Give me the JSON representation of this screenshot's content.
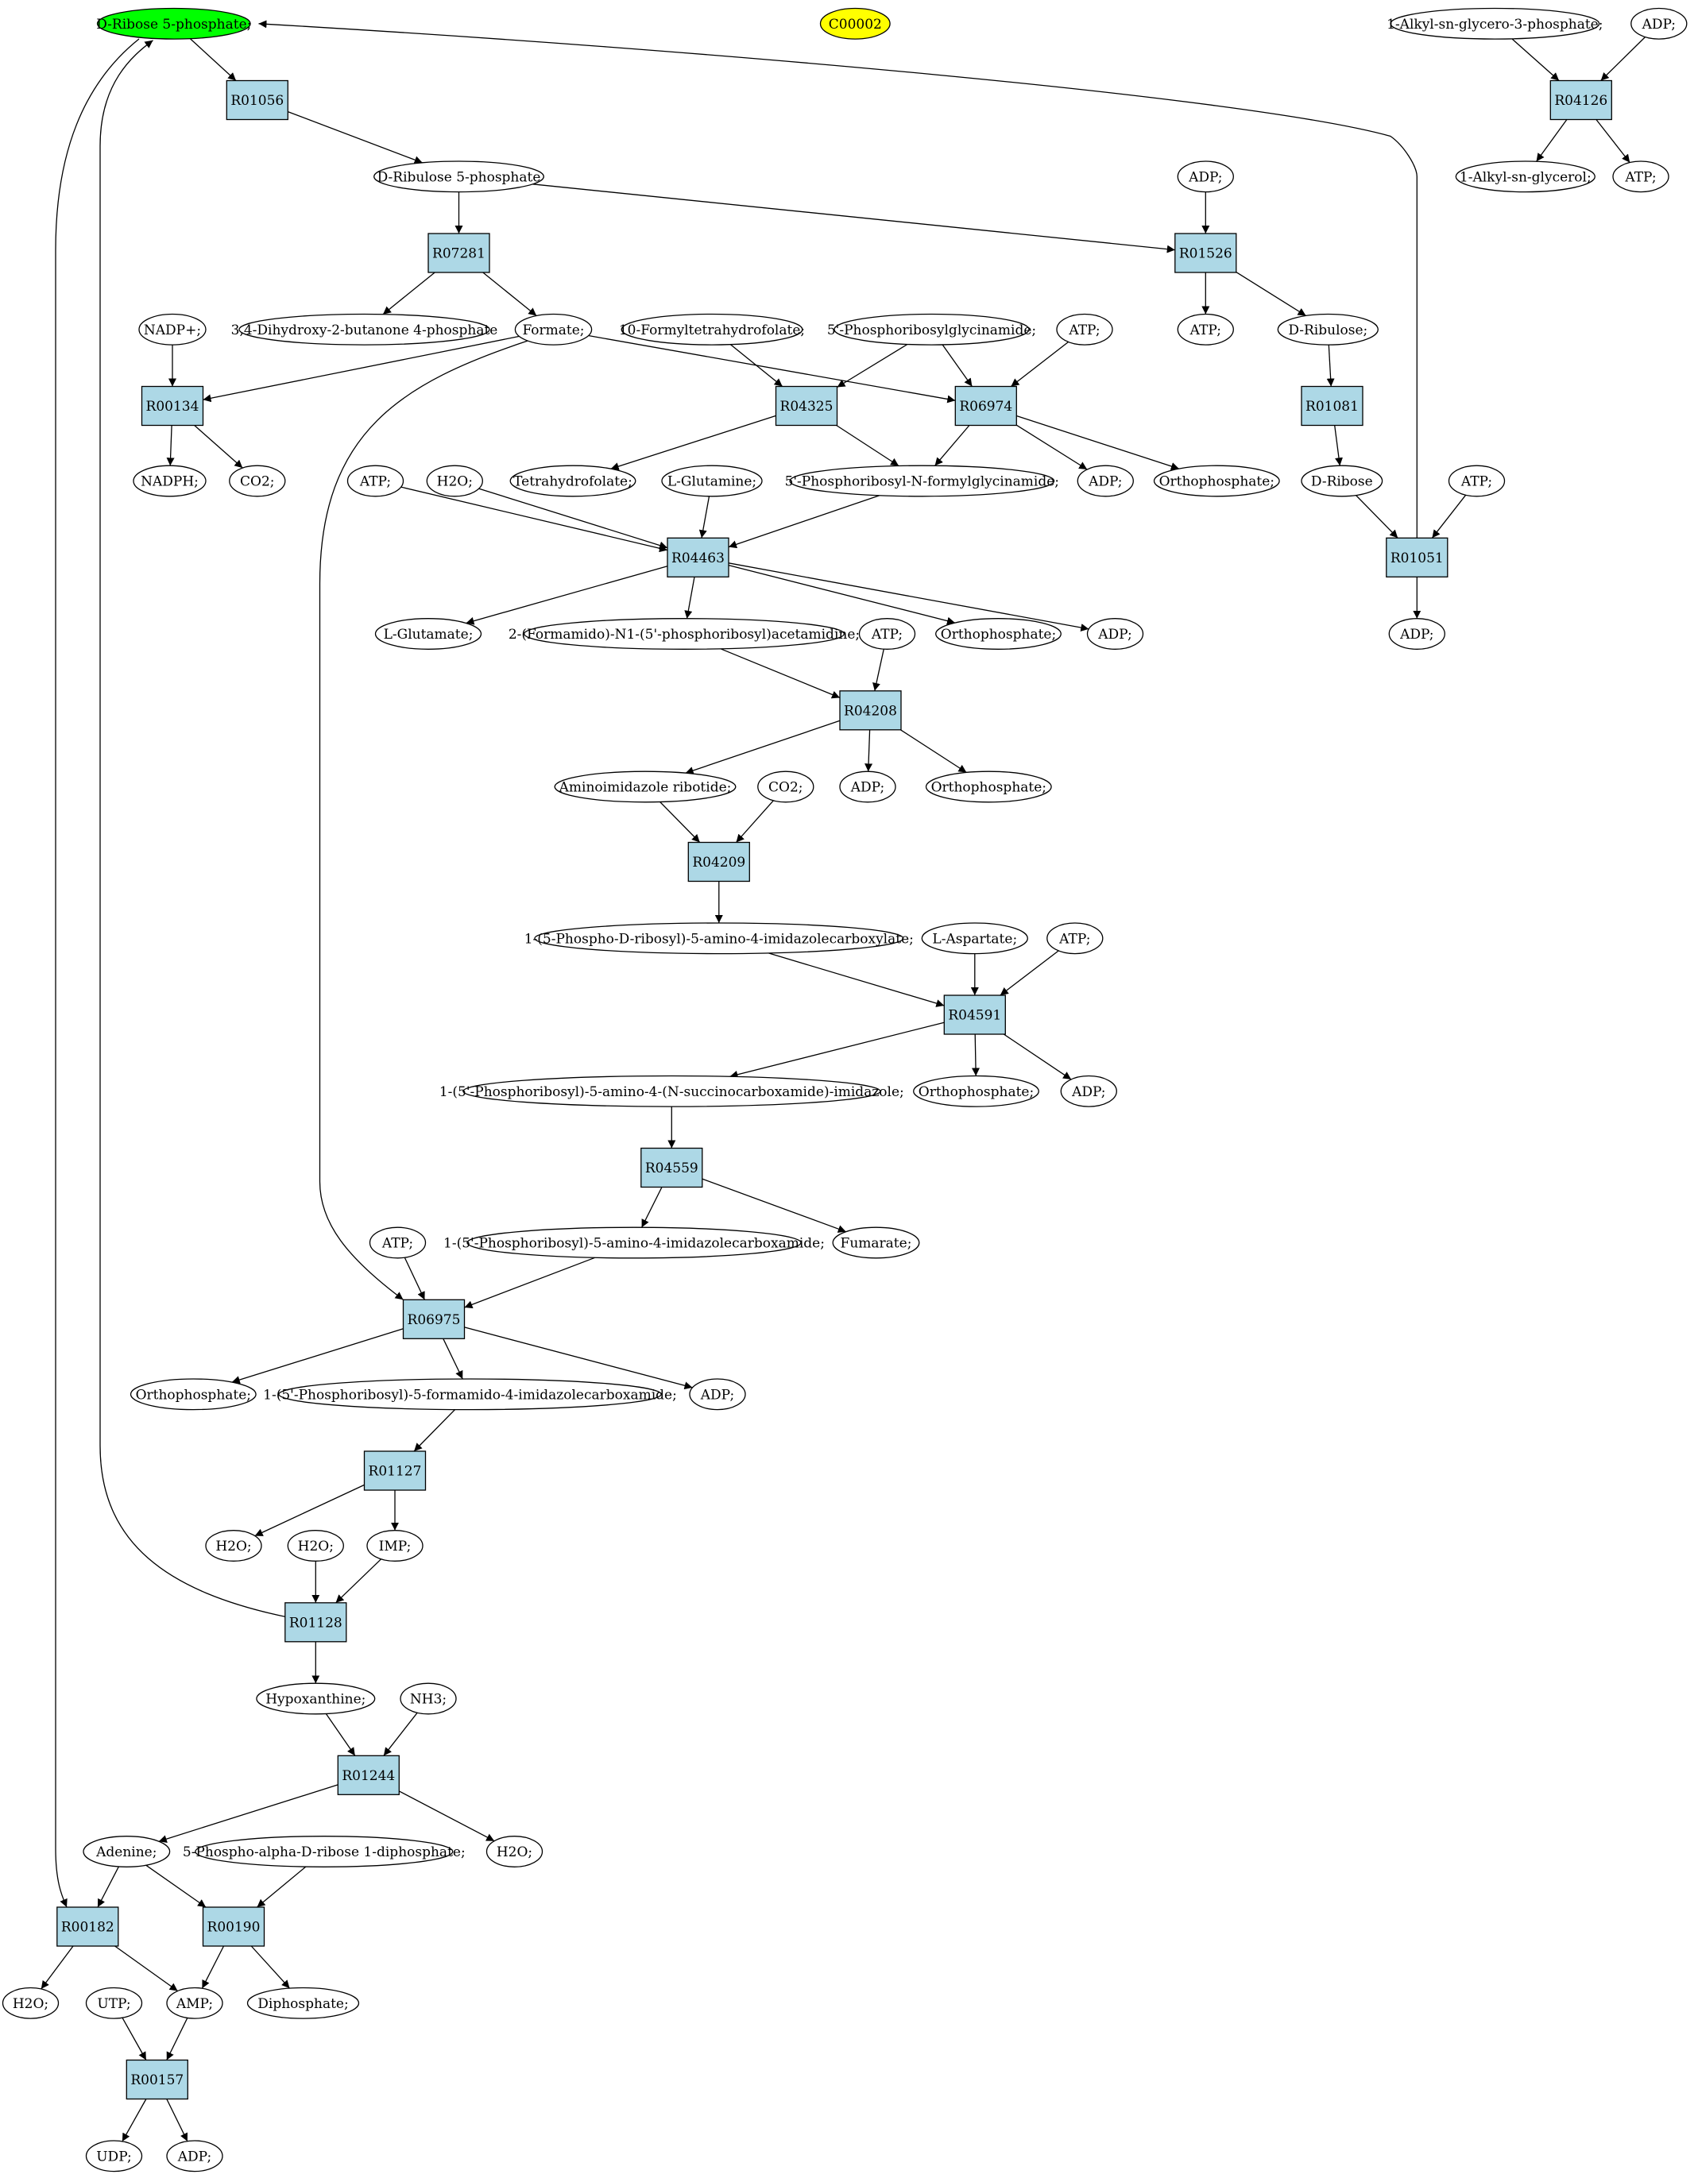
{
  "diagram": {
    "colors": {
      "compound": "#ffffff",
      "reaction": "#add8e6",
      "highlight_start": "#00ff00",
      "highlight_target": "#ffff00"
    },
    "nodes": [
      {
        "id": "c_r5p",
        "kind": "compound",
        "label": "D-Ribose 5-phosphate;",
        "style": "green"
      },
      {
        "id": "c_c00002",
        "kind": "compound",
        "label": "C00002",
        "style": "yellow"
      },
      {
        "id": "c_alkylg3p",
        "kind": "compound",
        "label": "1-Alkyl-sn-glycero-3-phosphate;"
      },
      {
        "id": "c_adp_r04126",
        "kind": "compound",
        "label": "ADP;"
      },
      {
        "id": "r_R04126",
        "kind": "reaction",
        "label": "R04126"
      },
      {
        "id": "c_alkylglycerol",
        "kind": "compound",
        "label": "1-Alkyl-sn-glycerol;"
      },
      {
        "id": "c_atp_r04126",
        "kind": "compound",
        "label": "ATP;"
      },
      {
        "id": "r_R01056",
        "kind": "reaction",
        "label": "R01056"
      },
      {
        "id": "c_ru5p",
        "kind": "compound",
        "label": "D-Ribulose 5-phosphate"
      },
      {
        "id": "c_adp_r01526",
        "kind": "compound",
        "label": "ADP;"
      },
      {
        "id": "r_R07281",
        "kind": "reaction",
        "label": "R07281"
      },
      {
        "id": "r_R01526",
        "kind": "reaction",
        "label": "R01526"
      },
      {
        "id": "c_nadp",
        "kind": "compound",
        "label": "NADP+;"
      },
      {
        "id": "c_dhbp",
        "kind": "compound",
        "label": "3,4-Dihydroxy-2-butanone 4-phosphate"
      },
      {
        "id": "c_formate",
        "kind": "compound",
        "label": "Formate;"
      },
      {
        "id": "c_10fthf",
        "kind": "compound",
        "label": "10-Formyltetrahydrofolate;"
      },
      {
        "id": "c_gar",
        "kind": "compound",
        "label": "5'-Phosphoribosylglycinamide;"
      },
      {
        "id": "c_atp_r06974",
        "kind": "compound",
        "label": "ATP;"
      },
      {
        "id": "c_atp_r01526",
        "kind": "compound",
        "label": "ATP;"
      },
      {
        "id": "c_ribulose",
        "kind": "compound",
        "label": "D-Ribulose;"
      },
      {
        "id": "r_R00134",
        "kind": "reaction",
        "label": "R00134"
      },
      {
        "id": "r_R04325",
        "kind": "reaction",
        "label": "R04325"
      },
      {
        "id": "r_R06974",
        "kind": "reaction",
        "label": "R06974"
      },
      {
        "id": "r_R01081",
        "kind": "reaction",
        "label": "R01081"
      },
      {
        "id": "c_nadph",
        "kind": "compound",
        "label": "NADPH;"
      },
      {
        "id": "c_co2_r00134",
        "kind": "compound",
        "label": "CO2;"
      },
      {
        "id": "c_atp_r04463",
        "kind": "compound",
        "label": "ATP;"
      },
      {
        "id": "c_h2o_r04463",
        "kind": "compound",
        "label": "H2O;"
      },
      {
        "id": "c_thf",
        "kind": "compound",
        "label": "Tetrahydrofolate;"
      },
      {
        "id": "c_gln",
        "kind": "compound",
        "label": "L-Glutamine;"
      },
      {
        "id": "c_fgar",
        "kind": "compound",
        "label": "5'-Phosphoribosyl-N-formylglycinamide;"
      },
      {
        "id": "c_adp_r06974",
        "kind": "compound",
        "label": "ADP;"
      },
      {
        "id": "c_pi_r06974",
        "kind": "compound",
        "label": "Orthophosphate;"
      },
      {
        "id": "c_dribose",
        "kind": "compound",
        "label": "D-Ribose"
      },
      {
        "id": "c_atp_r01051",
        "kind": "compound",
        "label": "ATP;"
      },
      {
        "id": "r_R04463",
        "kind": "reaction",
        "label": "R04463"
      },
      {
        "id": "r_R01051",
        "kind": "reaction",
        "label": "R01051"
      },
      {
        "id": "c_glu",
        "kind": "compound",
        "label": "L-Glutamate;"
      },
      {
        "id": "c_fgam",
        "kind": "compound",
        "label": "2-(Formamido)-N1-(5'-phosphoribosyl)acetamidine;"
      },
      {
        "id": "c_pi_r04463",
        "kind": "compound",
        "label": "Orthophosphate;"
      },
      {
        "id": "c_adp_r04463",
        "kind": "compound",
        "label": "ADP;"
      },
      {
        "id": "c_adp_r01051",
        "kind": "compound",
        "label": "ADP;"
      },
      {
        "id": "c_atp_r04208",
        "kind": "compound",
        "label": "ATP;"
      },
      {
        "id": "r_R04208",
        "kind": "reaction",
        "label": "R04208"
      },
      {
        "id": "c_air",
        "kind": "compound",
        "label": "Aminoimidazole ribotide;"
      },
      {
        "id": "c_co2_r04209",
        "kind": "compound",
        "label": "CO2;"
      },
      {
        "id": "c_adp_r04208",
        "kind": "compound",
        "label": "ADP;"
      },
      {
        "id": "c_pi_r04208",
        "kind": "compound",
        "label": "Orthophosphate;"
      },
      {
        "id": "r_R04209",
        "kind": "reaction",
        "label": "R04209"
      },
      {
        "id": "c_cair",
        "kind": "compound",
        "label": "1-(5-Phospho-D-ribosyl)-5-amino-4-imidazolecarboxylate;"
      },
      {
        "id": "c_asp",
        "kind": "compound",
        "label": "L-Aspartate;"
      },
      {
        "id": "c_atp_r04591",
        "kind": "compound",
        "label": "ATP;"
      },
      {
        "id": "r_R04591",
        "kind": "reaction",
        "label": "R04591"
      },
      {
        "id": "c_saicar",
        "kind": "compound",
        "label": "1-(5'-Phosphoribosyl)-5-amino-4-(N-succinocarboxamide)-imidazole;"
      },
      {
        "id": "c_pi_r04591",
        "kind": "compound",
        "label": "Orthophosphate;"
      },
      {
        "id": "c_adp_r04591",
        "kind": "compound",
        "label": "ADP;"
      },
      {
        "id": "r_R04559",
        "kind": "reaction",
        "label": "R04559"
      },
      {
        "id": "c_atp_r06975",
        "kind": "compound",
        "label": "ATP;"
      },
      {
        "id": "c_aicar",
        "kind": "compound",
        "label": "1-(5'-Phosphoribosyl)-5-amino-4-imidazolecarboxamide;"
      },
      {
        "id": "c_fumarate",
        "kind": "compound",
        "label": "Fumarate;"
      },
      {
        "id": "r_R06975",
        "kind": "reaction",
        "label": "R06975"
      },
      {
        "id": "c_pi_r06975",
        "kind": "compound",
        "label": "Orthophosphate;"
      },
      {
        "id": "c_faicar",
        "kind": "compound",
        "label": "1-(5'-Phosphoribosyl)-5-formamido-4-imidazolecarboxamide;"
      },
      {
        "id": "c_adp_r06975",
        "kind": "compound",
        "label": "ADP;"
      },
      {
        "id": "r_R01127",
        "kind": "reaction",
        "label": "R01127"
      },
      {
        "id": "c_h2o_r01127",
        "kind": "compound",
        "label": "H2O;"
      },
      {
        "id": "c_h2o_r01128",
        "kind": "compound",
        "label": "H2O;"
      },
      {
        "id": "c_imp",
        "kind": "compound",
        "label": "IMP;"
      },
      {
        "id": "r_R01128",
        "kind": "reaction",
        "label": "R01128"
      },
      {
        "id": "c_hypox",
        "kind": "compound",
        "label": "Hypoxanthine;"
      },
      {
        "id": "c_nh3",
        "kind": "compound",
        "label": "NH3;"
      },
      {
        "id": "r_R01244",
        "kind": "reaction",
        "label": "R01244"
      },
      {
        "id": "c_adenine",
        "kind": "compound",
        "label": "Adenine;"
      },
      {
        "id": "c_prpp",
        "kind": "compound",
        "label": "5-Phospho-alpha-D-ribose 1-diphosphate;"
      },
      {
        "id": "c_h2o_r01244",
        "kind": "compound",
        "label": "H2O;"
      },
      {
        "id": "r_R00182",
        "kind": "reaction",
        "label": "R00182"
      },
      {
        "id": "r_R00190",
        "kind": "reaction",
        "label": "R00190"
      },
      {
        "id": "c_h2o_r00182",
        "kind": "compound",
        "label": "H2O;"
      },
      {
        "id": "c_utp",
        "kind": "compound",
        "label": "UTP;"
      },
      {
        "id": "c_amp",
        "kind": "compound",
        "label": "AMP;"
      },
      {
        "id": "c_ppi",
        "kind": "compound",
        "label": "Diphosphate;"
      },
      {
        "id": "r_R00157",
        "kind": "reaction",
        "label": "R00157"
      },
      {
        "id": "c_udp",
        "kind": "compound",
        "label": "UDP;"
      },
      {
        "id": "c_adp_r00157",
        "kind": "compound",
        "label": "ADP;"
      }
    ],
    "edges": [
      [
        "c_alkylg3p",
        "r_R04126"
      ],
      [
        "c_adp_r04126",
        "r_R04126"
      ],
      [
        "r_R04126",
        "c_alkylglycerol"
      ],
      [
        "r_R04126",
        "c_atp_r04126"
      ],
      [
        "c_r5p",
        "r_R01056"
      ],
      [
        "r_R01056",
        "c_ru5p"
      ],
      [
        "c_ru5p",
        "r_R07281"
      ],
      [
        "c_ru5p",
        "r_R01526"
      ],
      [
        "c_adp_r01526",
        "r_R01526"
      ],
      [
        "r_R07281",
        "c_dhbp"
      ],
      [
        "r_R07281",
        "c_formate"
      ],
      [
        "r_R01526",
        "c_atp_r01526"
      ],
      [
        "r_R01526",
        "c_ribulose"
      ],
      [
        "c_nadp",
        "r_R00134"
      ],
      [
        "c_formate",
        "r_R00134"
      ],
      [
        "c_formate",
        "r_R06974"
      ],
      [
        "c_formate",
        "r_R06975"
      ],
      [
        "c_10fthf",
        "r_R04325"
      ],
      [
        "c_gar",
        "r_R04325"
      ],
      [
        "c_gar",
        "r_R06974"
      ],
      [
        "c_atp_r06974",
        "r_R06974"
      ],
      [
        "c_ribulose",
        "r_R01081"
      ],
      [
        "r_R00134",
        "c_nadph"
      ],
      [
        "r_R00134",
        "c_co2_r00134"
      ],
      [
        "r_R04325",
        "c_thf"
      ],
      [
        "r_R04325",
        "c_fgar"
      ],
      [
        "r_R06974",
        "c_fgar"
      ],
      [
        "r_R06974",
        "c_adp_r06974"
      ],
      [
        "r_R06974",
        "c_pi_r06974"
      ],
      [
        "r_R01081",
        "c_dribose"
      ],
      [
        "c_dribose",
        "r_R01051"
      ],
      [
        "c_atp_r01051",
        "r_R01051"
      ],
      [
        "r_R01051",
        "c_adp_r01051"
      ],
      [
        "r_R01051",
        "c_r5p"
      ],
      [
        "c_atp_r04463",
        "r_R04463"
      ],
      [
        "c_h2o_r04463",
        "r_R04463"
      ],
      [
        "c_gln",
        "r_R04463"
      ],
      [
        "c_fgar",
        "r_R04463"
      ],
      [
        "r_R04463",
        "c_glu"
      ],
      [
        "r_R04463",
        "c_fgam"
      ],
      [
        "r_R04463",
        "c_pi_r04463"
      ],
      [
        "r_R04463",
        "c_adp_r04463"
      ],
      [
        "c_fgam",
        "r_R04208"
      ],
      [
        "c_atp_r04208",
        "r_R04208"
      ],
      [
        "r_R04208",
        "c_air"
      ],
      [
        "r_R04208",
        "c_adp_r04208"
      ],
      [
        "r_R04208",
        "c_pi_r04208"
      ],
      [
        "c_air",
        "r_R04209"
      ],
      [
        "c_co2_r04209",
        "r_R04209"
      ],
      [
        "r_R04209",
        "c_cair"
      ],
      [
        "c_cair",
        "r_R04591"
      ],
      [
        "c_asp",
        "r_R04591"
      ],
      [
        "c_atp_r04591",
        "r_R04591"
      ],
      [
        "r_R04591",
        "c_saicar"
      ],
      [
        "r_R04591",
        "c_pi_r04591"
      ],
      [
        "r_R04591",
        "c_adp_r04591"
      ],
      [
        "c_saicar",
        "r_R04559"
      ],
      [
        "r_R04559",
        "c_aicar"
      ],
      [
        "r_R04559",
        "c_fumarate"
      ],
      [
        "c_atp_r06975",
        "r_R06975"
      ],
      [
        "c_aicar",
        "r_R06975"
      ],
      [
        "r_R06975",
        "c_pi_r06975"
      ],
      [
        "r_R06975",
        "c_faicar"
      ],
      [
        "r_R06975",
        "c_adp_r06975"
      ],
      [
        "c_faicar",
        "r_R01127"
      ],
      [
        "r_R01127",
        "c_h2o_r01127"
      ],
      [
        "r_R01127",
        "c_imp"
      ],
      [
        "c_h2o_r01128",
        "r_R01128"
      ],
      [
        "c_imp",
        "r_R01128"
      ],
      [
        "r_R01128",
        "c_r5p"
      ],
      [
        "r_R01128",
        "c_hypox"
      ],
      [
        "c_hypox",
        "r_R01244"
      ],
      [
        "c_nh3",
        "r_R01244"
      ],
      [
        "r_R01244",
        "c_adenine"
      ],
      [
        "r_R01244",
        "c_h2o_r01244"
      ],
      [
        "c_adenine",
        "r_R00182"
      ],
      [
        "c_r5p",
        "r_R00182"
      ],
      [
        "c_adenine",
        "r_R00190"
      ],
      [
        "c_prpp",
        "r_R00190"
      ],
      [
        "r_R00182",
        "c_h2o_r00182"
      ],
      [
        "r_R00182",
        "c_amp"
      ],
      [
        "r_R00190",
        "c_amp"
      ],
      [
        "r_R00190",
        "c_ppi"
      ],
      [
        "c_utp",
        "r_R00157"
      ],
      [
        "c_amp",
        "r_R00157"
      ],
      [
        "r_R00157",
        "c_udp"
      ],
      [
        "r_R00157",
        "c_adp_r00157"
      ]
    ]
  }
}
